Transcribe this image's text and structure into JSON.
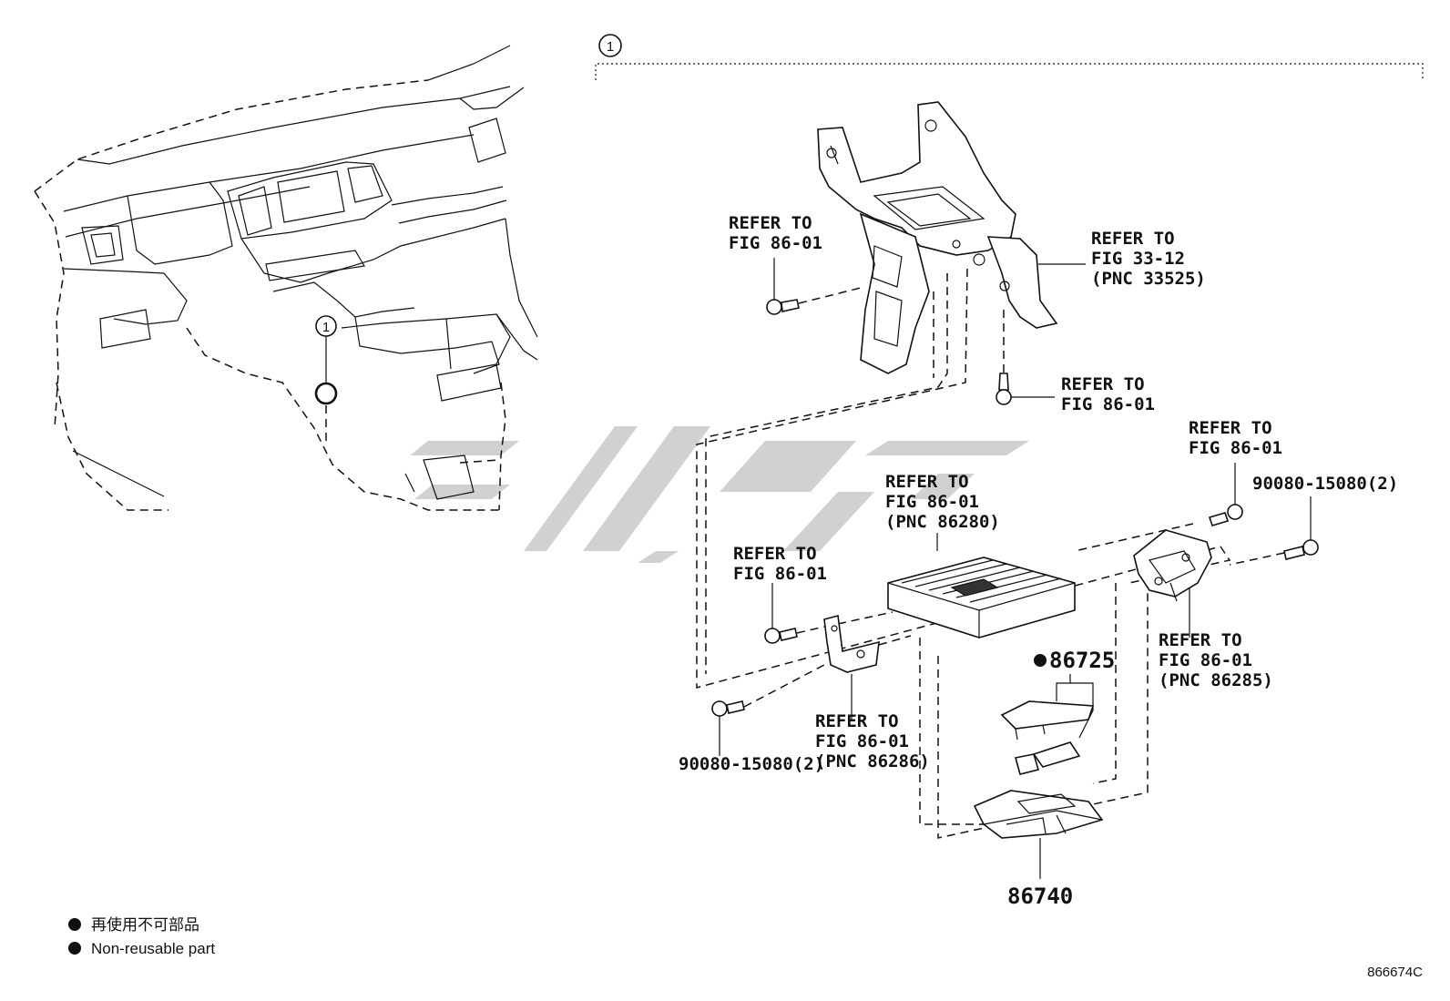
{
  "callout_marker": "1",
  "labels": {
    "refer_bolt_upper_left": [
      "REFER TO",
      "FIG 86-01"
    ],
    "refer_bracket_upper_right": [
      "REFER TO",
      "FIG 33-12",
      "(PNC 33525)"
    ],
    "refer_bolt_upper_mid": [
      "REFER TO",
      "FIG 86-01"
    ],
    "refer_bolt_right": [
      "REFER TO",
      "FIG 86-01"
    ],
    "bolt_pn_right": "90080-15080(2)",
    "refer_amplifier": [
      "REFER TO",
      "FIG 86-01",
      "(PNC 86280)"
    ],
    "refer_bolt_mid_left": [
      "REFER TO",
      "FIG 86-01"
    ],
    "refer_bracket_right": [
      "REFER TO",
      "FIG 86-01",
      "(PNC 86285)"
    ],
    "refer_bracket_left": [
      "REFER TO",
      "FIG 86-01",
      "(PNC 86286)"
    ],
    "bolt_pn_left": "90080-15080(2)"
  },
  "part_numbers": {
    "fuse_part": "86725",
    "module_part": "86740"
  },
  "legend": {
    "line_cn": "再使用不可部品",
    "line_en": "Non-reusable part"
  },
  "drawing_code": "866674C",
  "colors": {
    "line": "#111111",
    "watermark": "#c9c9c9"
  }
}
